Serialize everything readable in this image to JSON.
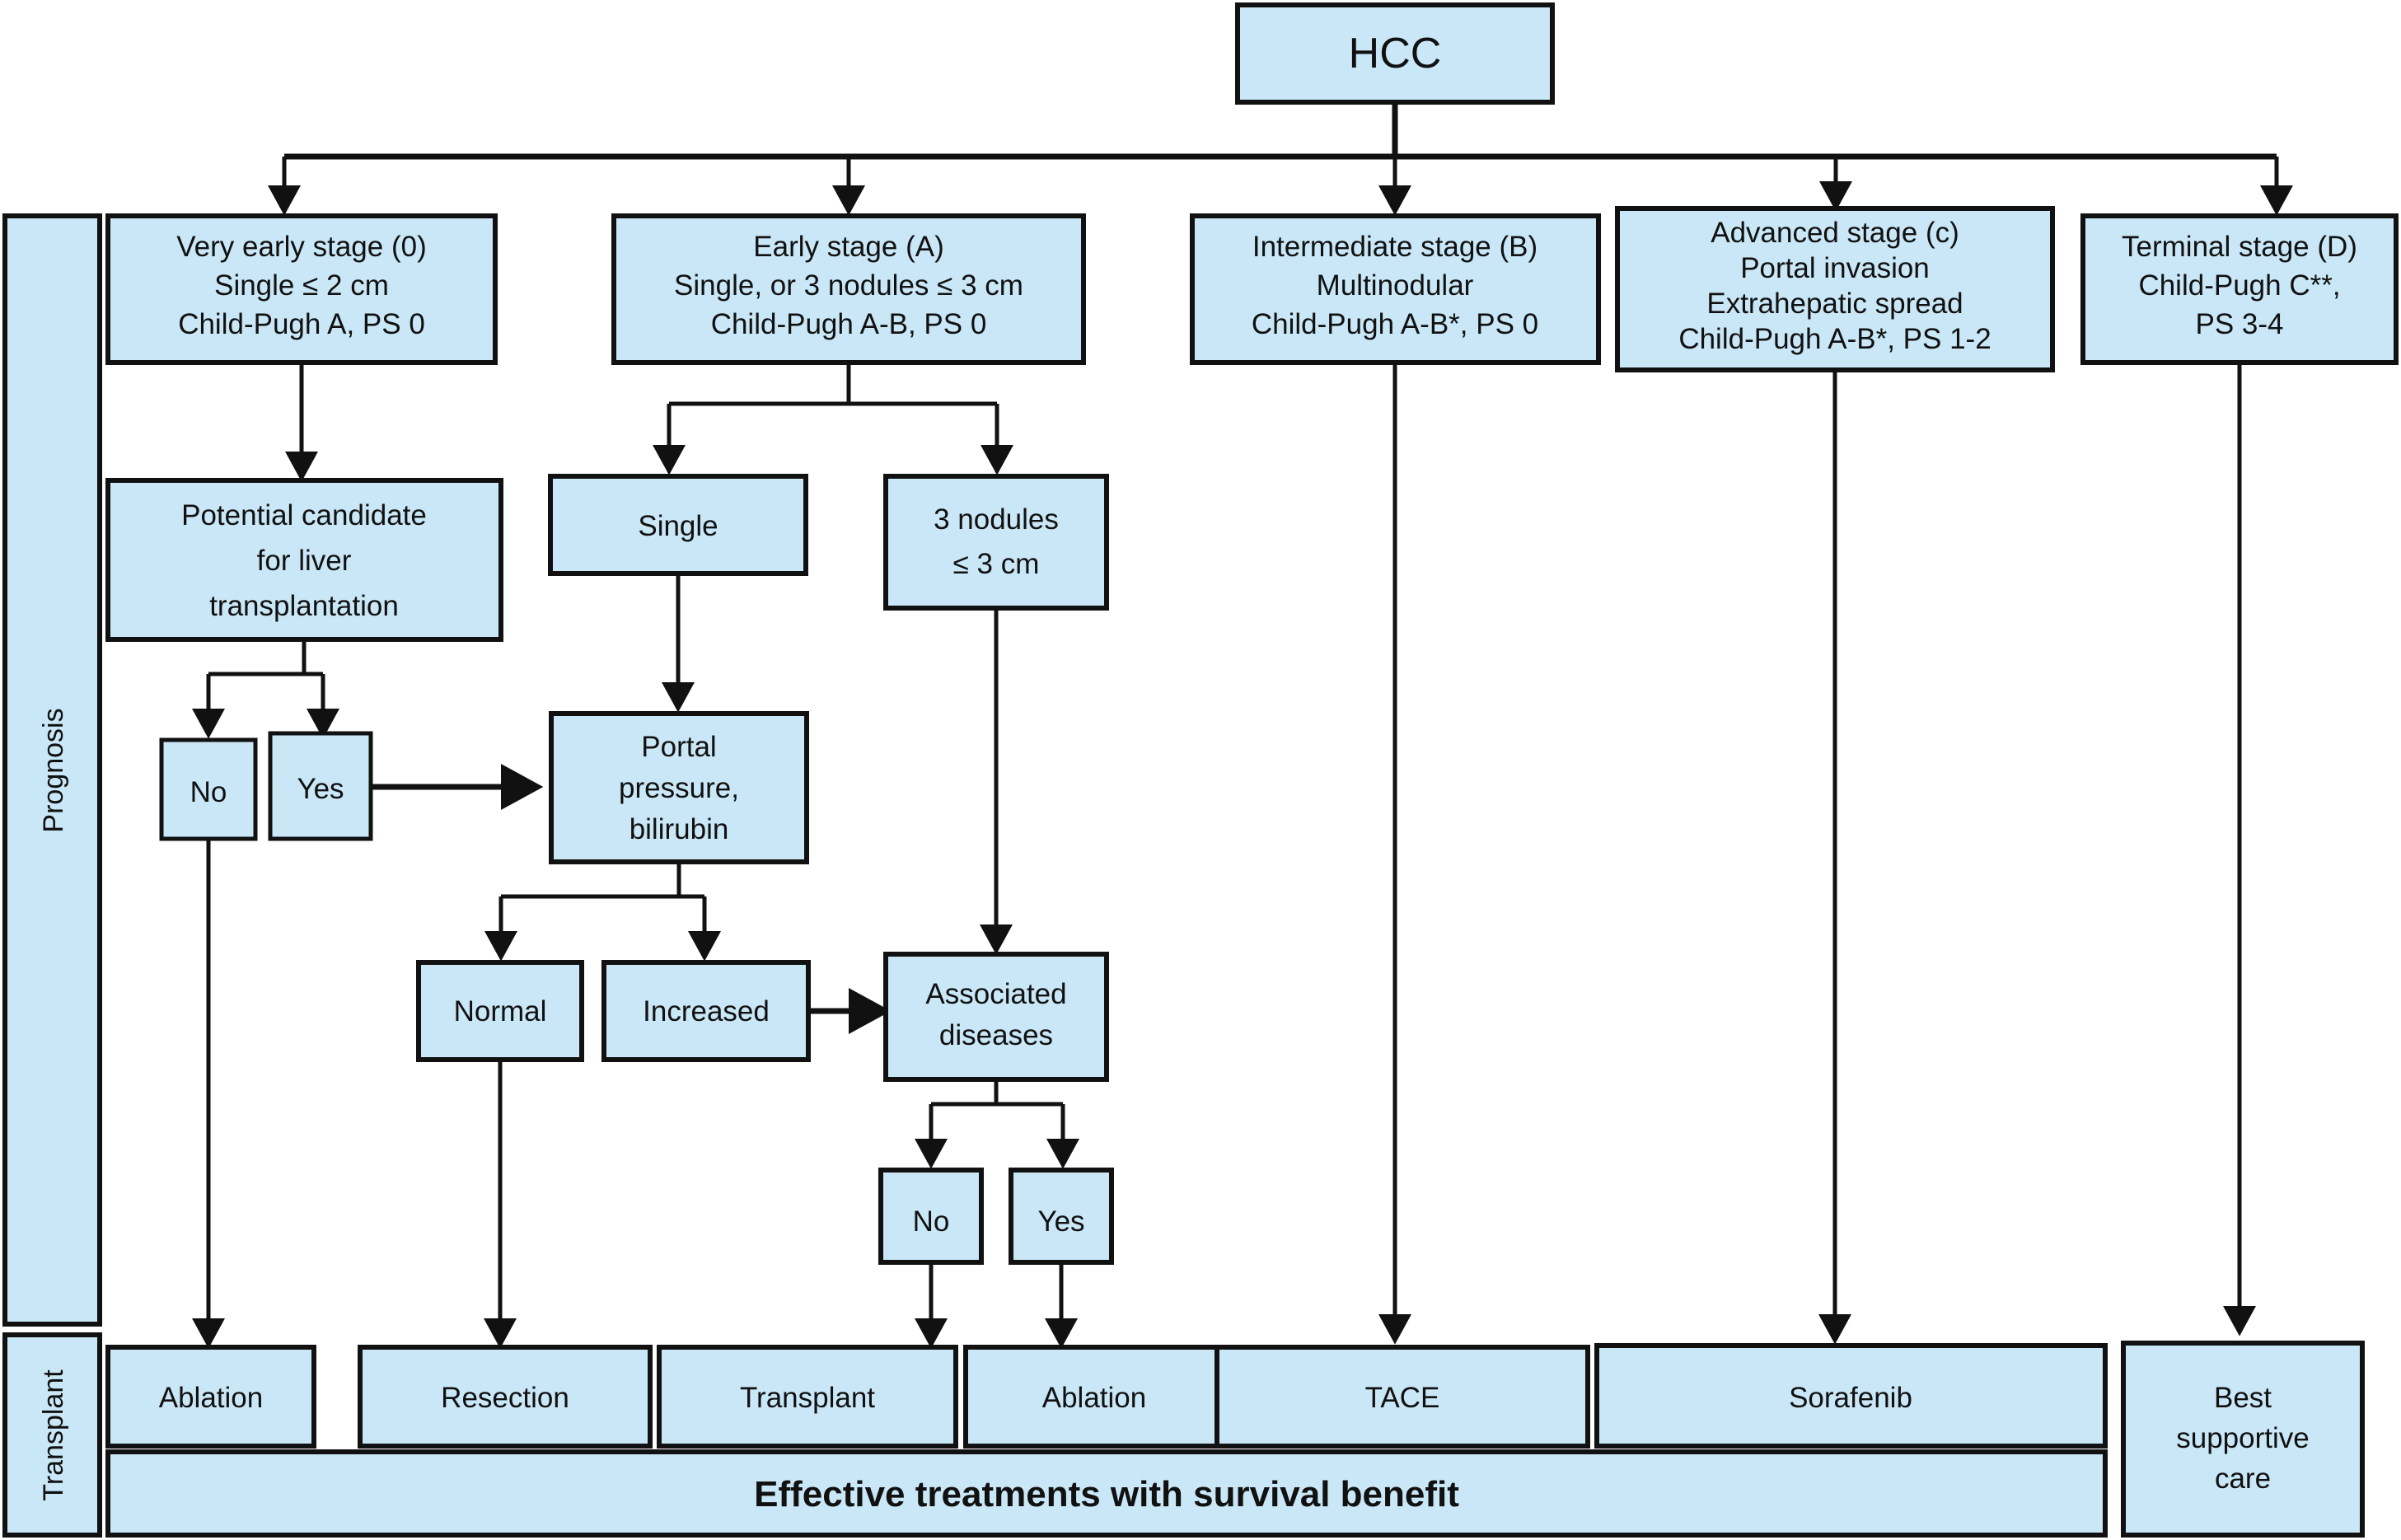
{
  "diagram": {
    "title": "HCC",
    "root": {
      "label": "HCC"
    },
    "side_labels": [
      {
        "name": "prognosis",
        "label": "Prognosis"
      },
      {
        "name": "transplant",
        "label": "Transplant"
      }
    ],
    "stages": [
      {
        "id": "very-early",
        "lines": [
          "Very early stage (0)",
          "Single ≤ 2 cm",
          "Child-Pugh A, PS 0"
        ]
      },
      {
        "id": "early",
        "lines": [
          "Early stage (A)",
          "Single, or 3 nodules ≤ 3 cm",
          "Child-Pugh A-B, PS 0"
        ]
      },
      {
        "id": "intermediate",
        "lines": [
          "Intermediate stage (B)",
          "Multinodular",
          "Child-Pugh A-B*, PS 0"
        ]
      },
      {
        "id": "advanced",
        "lines": [
          "Advanced stage (c)",
          "Portal invasion",
          "Extrahepatic spread",
          "Child-Pugh A-B*, PS 1-2"
        ]
      },
      {
        "id": "terminal",
        "lines": [
          "Terminal stage (D)",
          "Child-Pugh C**,",
          "PS 3-4"
        ]
      }
    ],
    "decisions": [
      {
        "id": "transplant-candidate",
        "lines": [
          "Potential candidate",
          "for liver",
          "transplantation"
        ]
      },
      {
        "id": "single",
        "lines": [
          "Single"
        ]
      },
      {
        "id": "three-nodules",
        "lines": [
          "3 nodules",
          "≤ 3 cm"
        ]
      },
      {
        "id": "transplant-no",
        "lines": [
          "No"
        ]
      },
      {
        "id": "transplant-yes",
        "lines": [
          "Yes"
        ]
      },
      {
        "id": "portal-pressure",
        "lines": [
          "Portal",
          "pressure,",
          "bilirubin"
        ]
      },
      {
        "id": "pressure-normal",
        "lines": [
          "Normal"
        ]
      },
      {
        "id": "pressure-increased",
        "lines": [
          "Increased"
        ]
      },
      {
        "id": "associated-diseases",
        "lines": [
          "Associated",
          "diseases"
        ]
      },
      {
        "id": "diseases-no",
        "lines": [
          "No"
        ]
      },
      {
        "id": "diseases-yes",
        "lines": [
          "Yes"
        ]
      }
    ],
    "treatments": [
      {
        "id": "ablation-1",
        "label": "Ablation"
      },
      {
        "id": "resection",
        "label": "Resection"
      },
      {
        "id": "transplant-tx",
        "label": "Transplant"
      },
      {
        "id": "ablation-2",
        "label": "Ablation"
      },
      {
        "id": "tace",
        "label": "TACE"
      },
      {
        "id": "sorafenib",
        "label": "Sorafenib"
      }
    ],
    "supportive": {
      "id": "best-supportive-care",
      "lines": [
        "Best",
        "supportive",
        "care"
      ]
    },
    "banner": {
      "label": "Effective treatments with survival benefit"
    },
    "colors": {
      "box_fill": "#c9e7f6",
      "box_stroke": "#111111",
      "background": "#ffffff",
      "text": "#111111"
    }
  }
}
